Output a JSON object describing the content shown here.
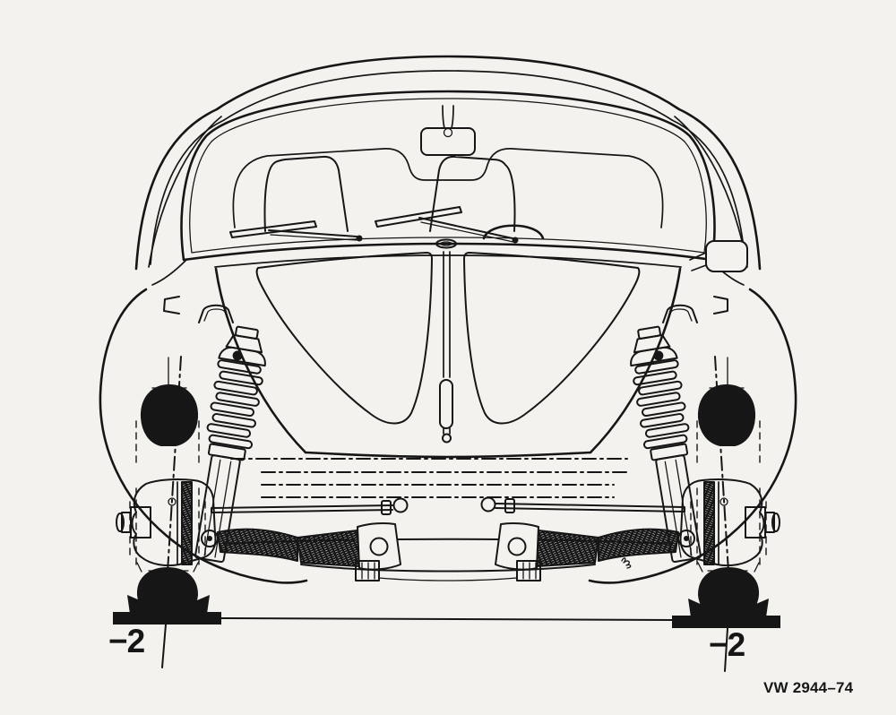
{
  "figure": {
    "type": "technical-illustration",
    "subject": "Volkswagen Beetle front view with cutaway front axle suspension and wheel alignment measurement",
    "caption": "VW 2944–74",
    "paper_color": "#f3f2ef",
    "ink_color": "#161616"
  },
  "measurements": {
    "left_wheel_label": "−2",
    "right_wheel_label": "−2"
  }
}
